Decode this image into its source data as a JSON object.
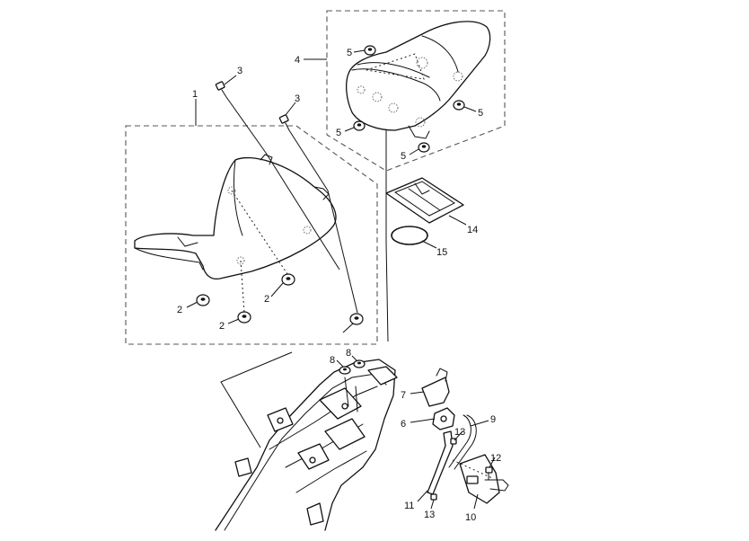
{
  "callouts": {
    "c1": "1",
    "c2a": "2",
    "c2b": "2",
    "c2c": "2",
    "c3a": "3",
    "c3b": "3",
    "c4": "4",
    "c5a": "5",
    "c5b": "5",
    "c5c": "5",
    "c5d": "5",
    "c6": "6",
    "c7": "7",
    "c8a": "8",
    "c8b": "8",
    "c9": "9",
    "c10": "10",
    "c11": "11",
    "c12": "12",
    "c13a": "13",
    "c13b": "13",
    "c14": "14",
    "c15": "15"
  }
}
